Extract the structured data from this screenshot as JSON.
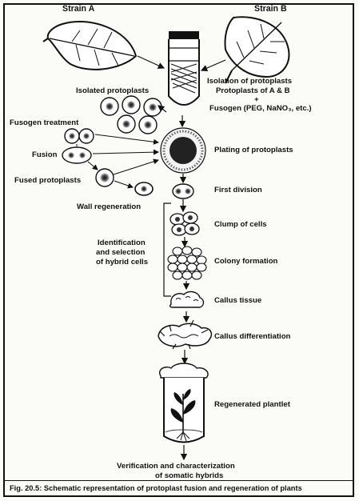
{
  "strains": {
    "a": "Strain A",
    "b": "Strain B"
  },
  "steps": {
    "isolation_line1": "Isolation of protoplasts",
    "isolation_line2": "Protoplasts of A & B",
    "plus": "+",
    "fusogen": "Fusogen (PEG, NaNO₃, etc.)",
    "isolated_protoplasts": "Isolated protoplasts",
    "fusogen_treatment": "Fusogen treatment",
    "fusion": "Fusion",
    "fused_protoplasts": "Fused protoplasts",
    "plating": "Plating of protoplasts",
    "first_division": "First division",
    "wall_regeneration": "Wall regeneration",
    "clump": "Clump of cells",
    "identification_line1": "Identification",
    "identification_line2": "and selection",
    "identification_line3": "of hybrid cells",
    "colony": "Colony formation",
    "callus": "Callus tissue",
    "callus_diff": "Callus differentiation",
    "plantlet": "Regenerated plantlet",
    "verify_line1": "Verification and characterization",
    "verify_line2": "of somatic hybrids"
  },
  "caption": "Fig. 20.5: Schematic representation of protoplast fusion and regeneration of plants",
  "colors": {
    "ink": "#111111",
    "paper": "#fbfbf8",
    "cell": "#444444"
  }
}
